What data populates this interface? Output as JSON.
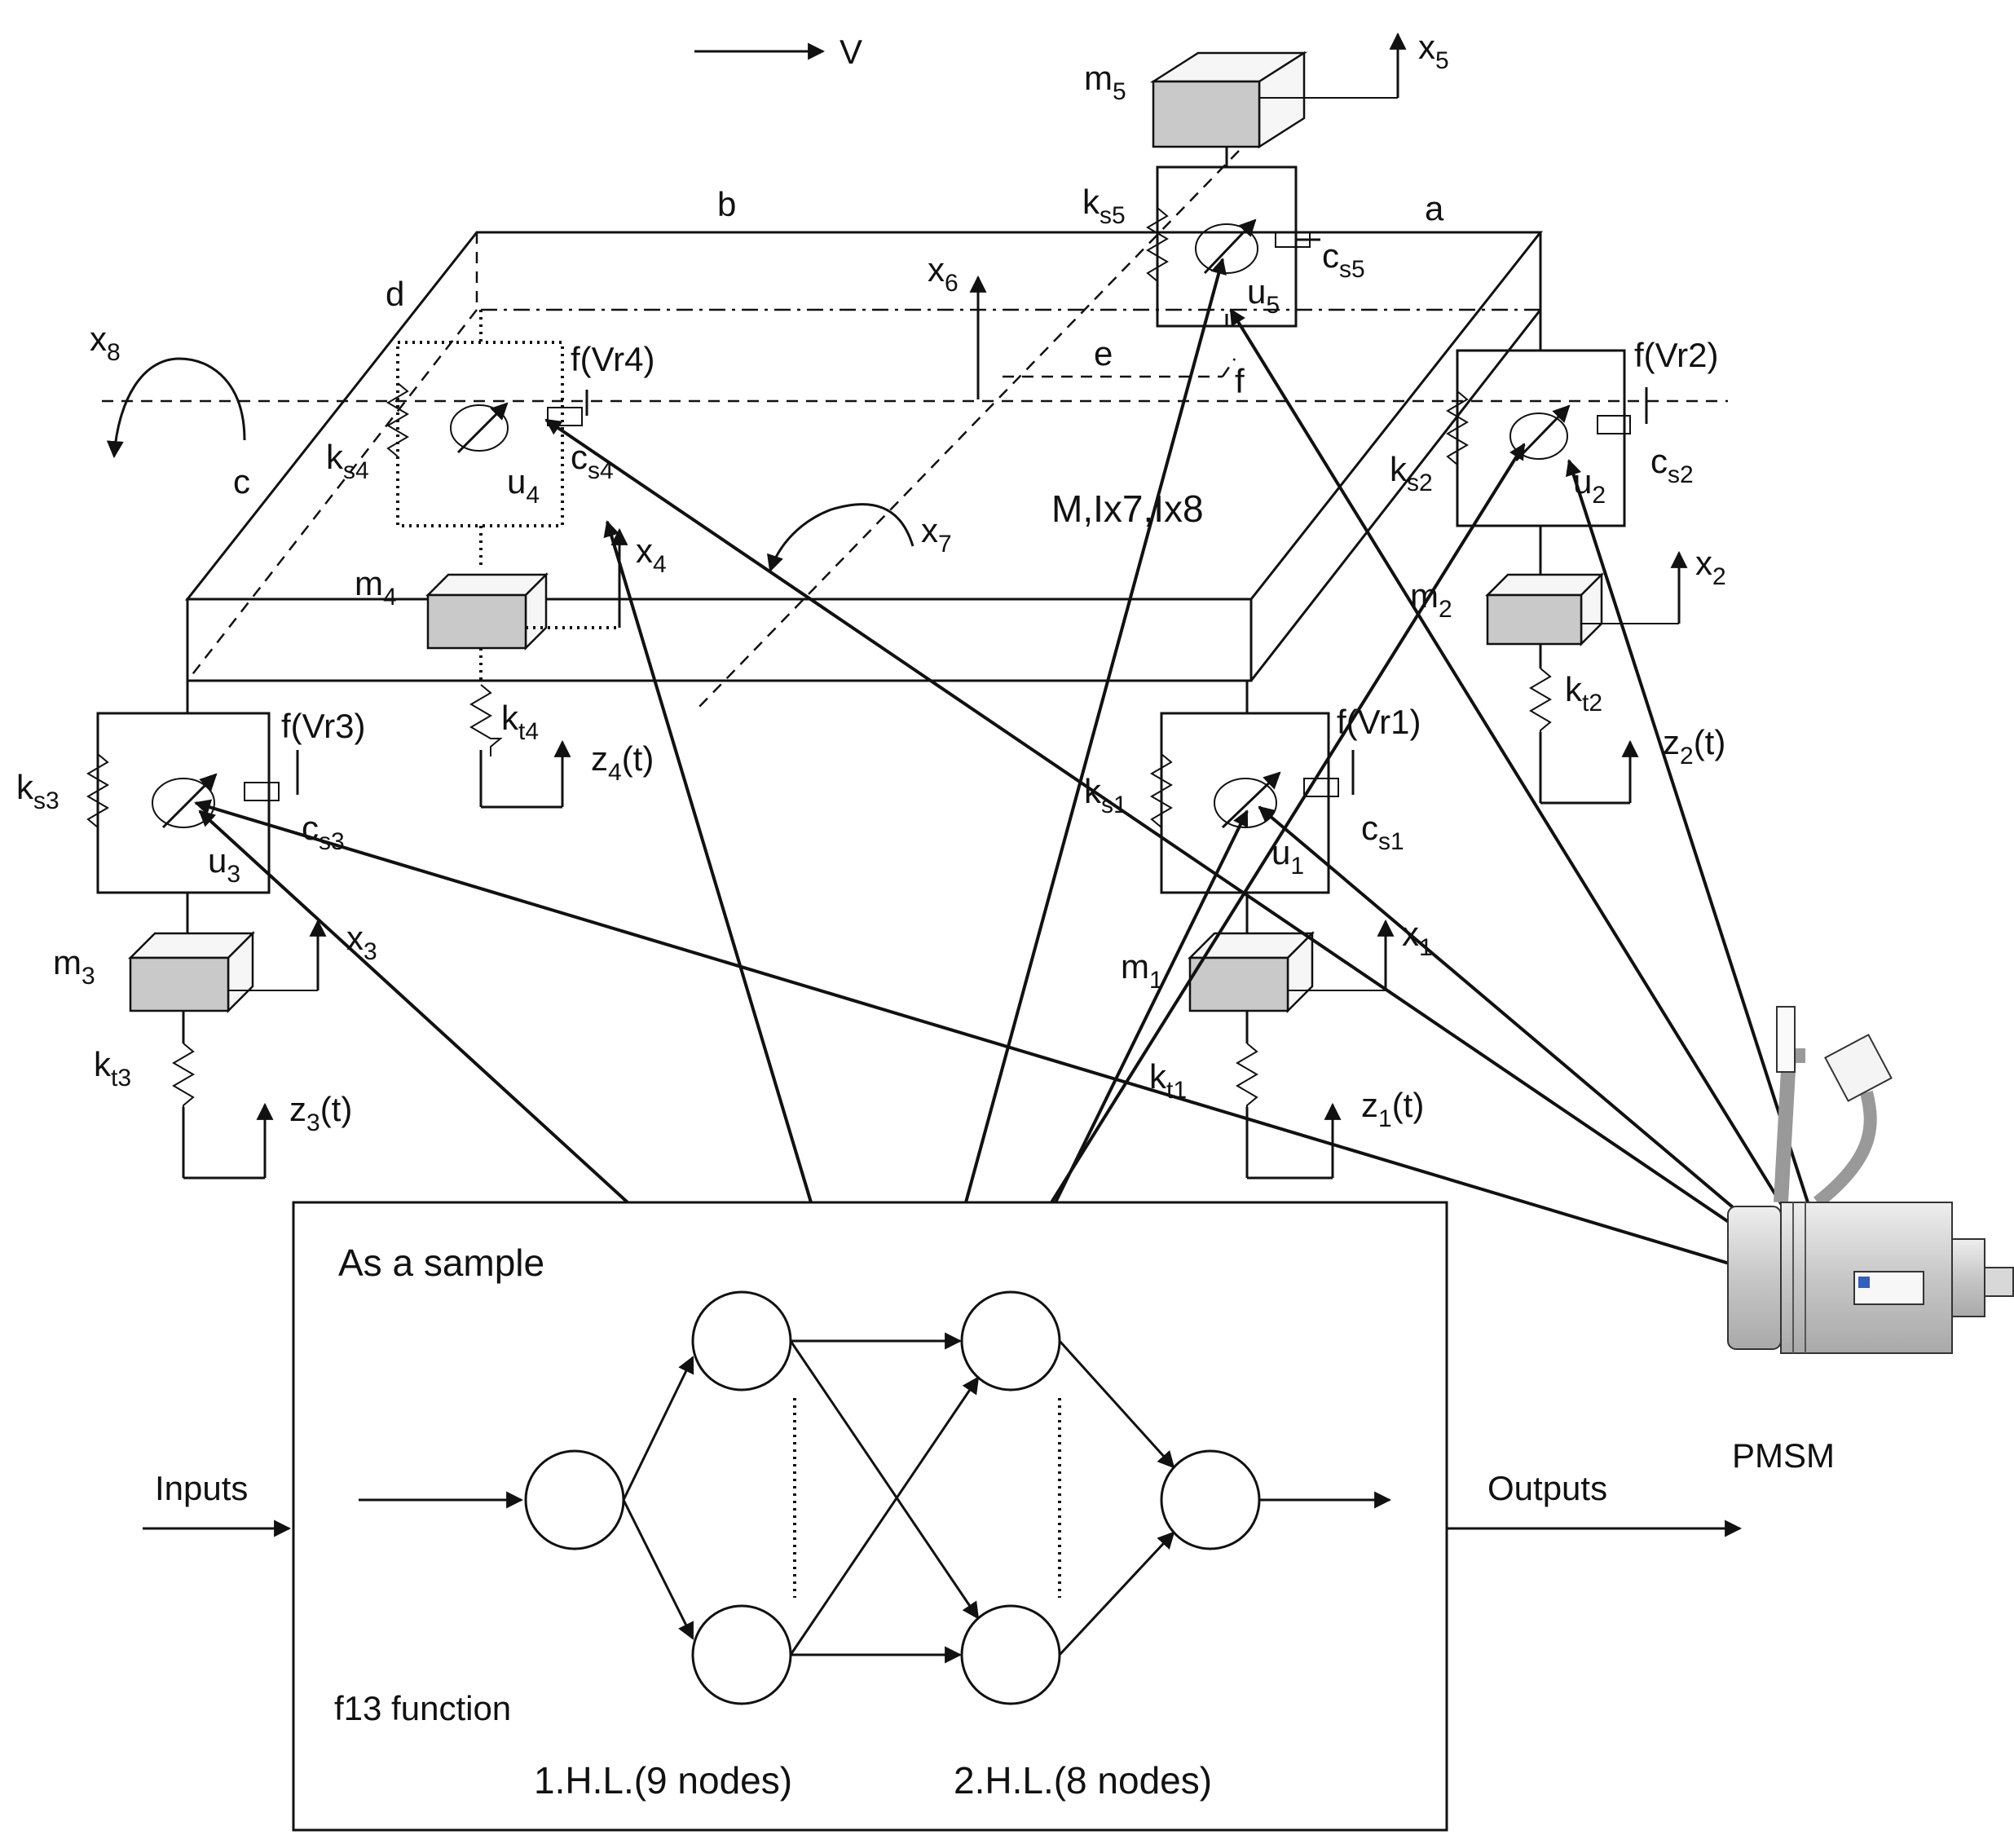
{
  "labels": {
    "velocity": "V",
    "x5": "x5",
    "m5": "m5",
    "ks5": "ks5",
    "cs5": "cs5",
    "u5": "u5",
    "a": "a",
    "b": "b",
    "c": "c",
    "d": "d",
    "e": "e",
    "f": "f",
    "x6": "x6",
    "x7": "x7",
    "x8": "x8",
    "body_mass": "M,Ix7,Ix8",
    "fVr4": "f(Vr4)",
    "ks4": "ks4",
    "cs4": "cs4",
    "u4": "u4",
    "x4": "x4",
    "m4": "m4",
    "kt4": "kt4",
    "z4": "z4(t)",
    "fVr2": "f(Vr2)",
    "ks2": "ks2",
    "cs2": "cs2",
    "u2": "u2",
    "x2": "x2",
    "m2": "m2",
    "kt2": "kt2",
    "z2": "z2(t)",
    "fVr3": "f(Vr3)",
    "ks3": "ks3",
    "cs3": "cs3",
    "u3": "u3",
    "x3": "x3",
    "m3": "m3",
    "kt3": "kt3",
    "z3": "z3(t)",
    "fVr1": "f(Vr1)",
    "ks1": "ks1",
    "cs1": "cs1",
    "u1": "u1",
    "x1": "x1",
    "m1": "m1",
    "kt1": "kt1",
    "z1": "z1(t)"
  },
  "network": {
    "sample": "As a sample",
    "function": "f13 function",
    "layer1": "1.H.L.(9 nodes)",
    "layer2": "2.H.L.(8 nodes)",
    "inputs": "Inputs",
    "outputs": "Outputs"
  },
  "motor": {
    "name": "PMSM"
  }
}
